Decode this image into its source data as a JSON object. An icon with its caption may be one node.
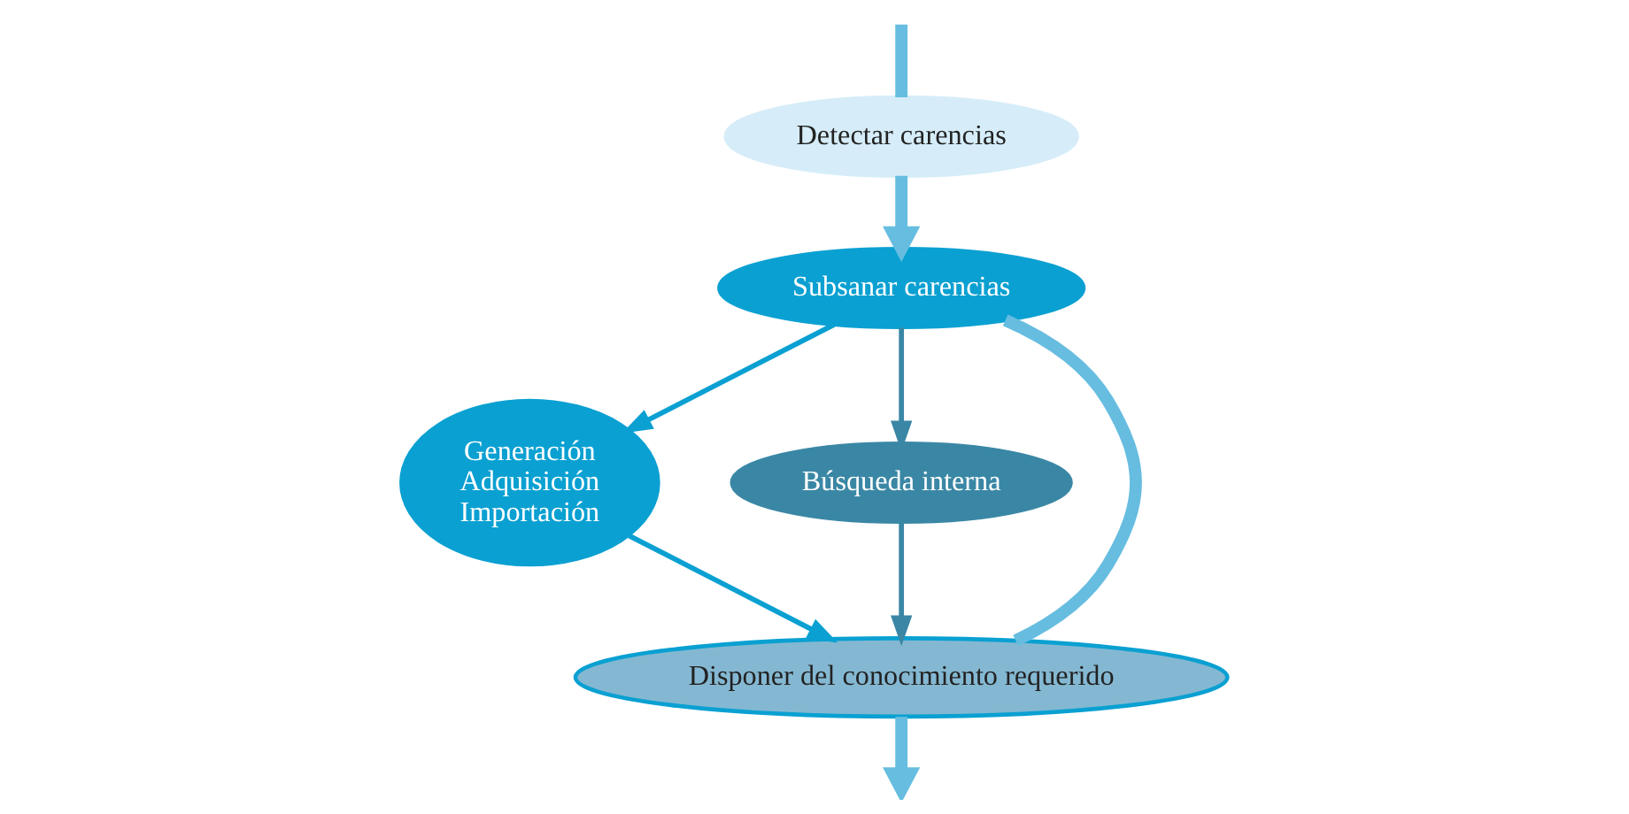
{
  "diagram": {
    "nodes": [
      {
        "text": [
          "Generación",
          "Adquisición",
          "Importación"
        ]
      },
      {
        "text": [
          "Búsqueda interna"
        ]
      },
      {
        "text": [
          "Subsanar carencias"
        ]
      },
      {
        "text": [
          "Detectar carencias"
        ]
      },
      {
        "text": [
          "Disponer del conocimiento requerido"
        ]
      }
    ],
    "edges": [
      {
        "from": 2,
        "to": 0,
        "arrow": "to",
        "color": "#0aa0d2"
      },
      {
        "from": 2,
        "to": 1,
        "arrow": "to",
        "color": "#3a87a5"
      },
      {
        "from": 1,
        "to": 4,
        "arrow": "to",
        "color": "#3a87a5"
      },
      {
        "from": 0,
        "to": 4,
        "arrow": "to",
        "color": "#0aa0d2"
      },
      {
        "from": null,
        "to": 3,
        "arrow": "none",
        "style": "thick",
        "color": "#66bde0"
      },
      {
        "from": 3,
        "to": 2,
        "arrow": "to",
        "style": "thick",
        "color": "#66bde0"
      },
      {
        "from": 2,
        "to": 4,
        "arrow": "none",
        "style": "thick",
        "color": "#66bde0"
      },
      {
        "from": 4,
        "to": null,
        "arrow": "to",
        "style": "thick",
        "color": "#66bde0"
      }
    ]
  }
}
